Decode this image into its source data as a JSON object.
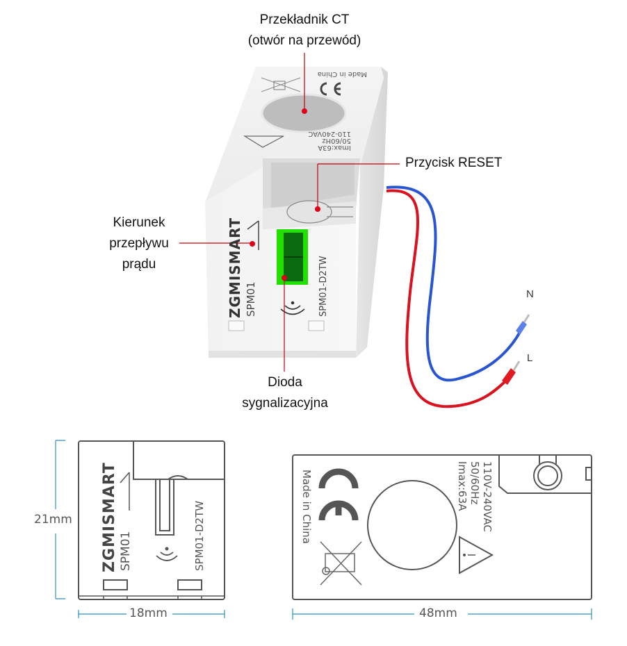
{
  "callouts": {
    "ct_transformer": [
      "Przekładnik CT",
      "(otwór na przewód)"
    ],
    "reset_button": "Przycisk RESET",
    "current_direction": [
      "Kierunek",
      "przepływu",
      "prądu"
    ],
    "signal_led": [
      "Dioda",
      "sygnalizacyjna"
    ]
  },
  "wires": {
    "neutral": "N",
    "live": "L"
  },
  "device": {
    "brand": "ZGMISMART",
    "model": "SPM01",
    "variant": "SPM01-D2TW",
    "made_in": "Made in China",
    "rating_lines": [
      "110V-240VAC",
      "50/60Hz",
      "Imax:63A"
    ],
    "top_rating_lines": [
      "110-240VAC",
      "50/60Hz",
      "Imax:63A"
    ]
  },
  "dimensions": {
    "height": "21mm",
    "width_side": "18mm",
    "width_top": "48mm"
  },
  "colors": {
    "callout_line": "#c0000a",
    "callout_dot": "#e0001b",
    "wire_live": "#d8121e",
    "wire_neutral": "#2a55d0",
    "led_green": "#22e000",
    "led_dark": "#0a6a10",
    "dimension_line": "#2a8fbf",
    "drawing_stroke": "#555555"
  }
}
